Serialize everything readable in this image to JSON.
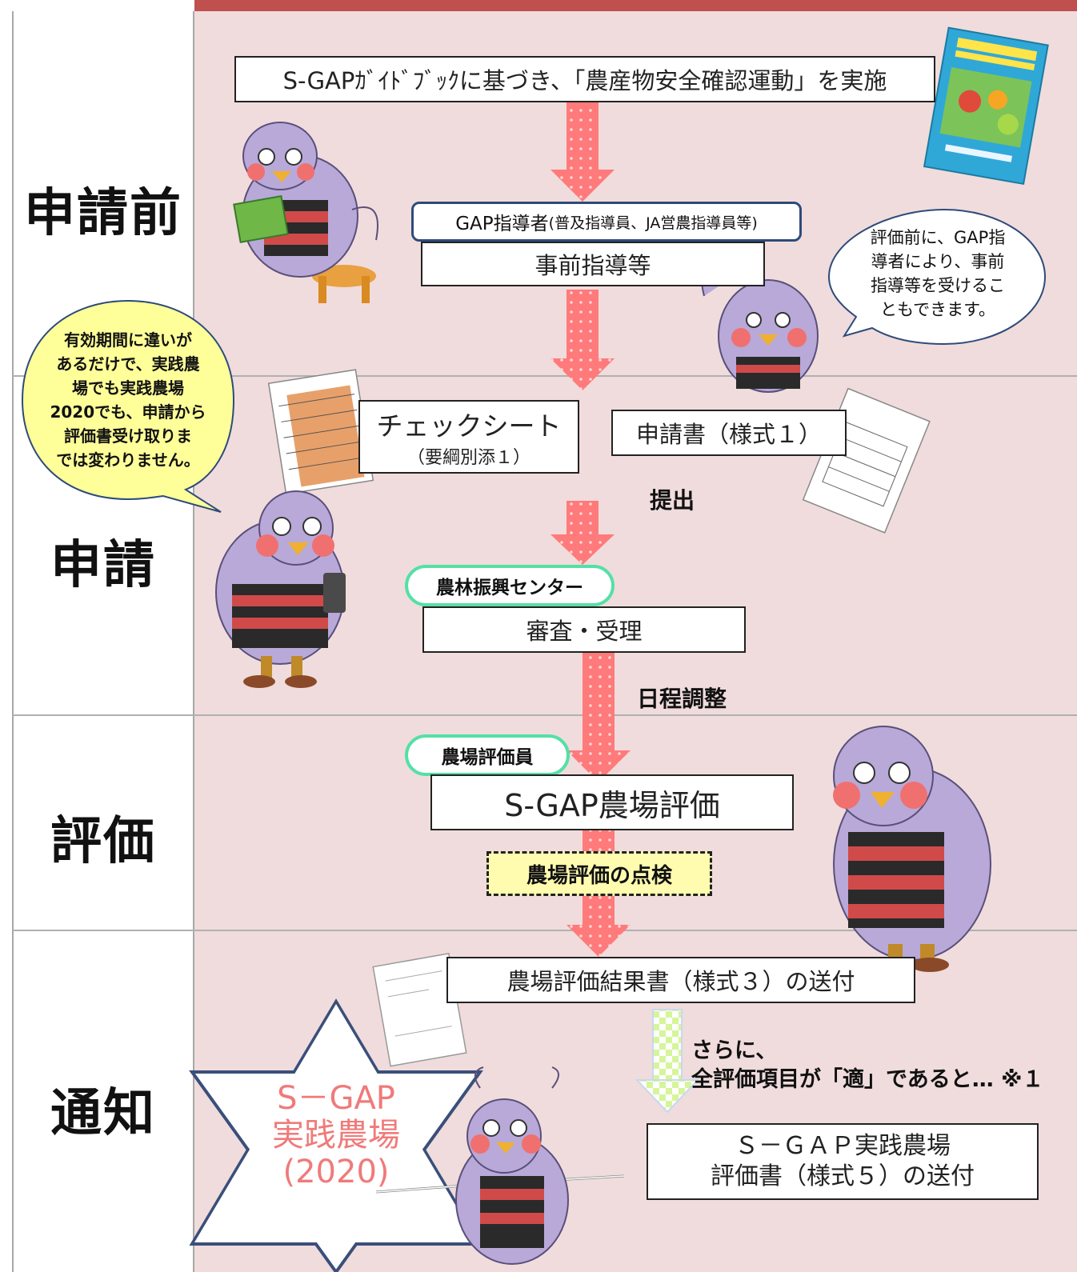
{
  "stages": {
    "pre_application": "申請前",
    "application": "申請",
    "evaluation": "評価",
    "notification": "通知"
  },
  "steps": {
    "guidebook": "S-GAPｶﾞｲﾄﾞﾌﾞｯｸに基づき、「農産物安全確認運動」を実施",
    "gap_leader_main": "GAP指導者",
    "gap_leader_sub": "(普及指導員、JA営農指導員等)",
    "prior_guidance": "事前指導等",
    "checksheet_line1": "チェックシート",
    "checksheet_line2": "（要綱別添１）",
    "application_form": "申請書（様式１）",
    "submit_label": "提出",
    "center_label": "農林振興センター",
    "review": "審査・受理",
    "schedule_label": "日程調整",
    "evaluator_label": "農場評価員",
    "farm_evaluation": "S-GAP農場評価",
    "inspection": "農場評価の点検",
    "result_doc": "農場評価結果書（様式３）の送付",
    "further_line1": "さらに、",
    "further_line2": "全評価項目が「適」であると… ※１",
    "final_line1": "Ｓ－ＧＡＰ実践農場",
    "final_line2": "評価書（様式５）の送付"
  },
  "bubbles": {
    "right_bubble": [
      "評価前に、GAP指",
      "導者により、事前",
      "指導等を受けるこ",
      "ともできます。"
    ],
    "left_bubble": [
      "有効期間に違いが",
      "あるだけで、実践農",
      "場でも実践農場",
      "2020でも、申請から",
      "評価書受け取りま",
      "では変わりません。"
    ]
  },
  "star": {
    "line1": "S－GAP",
    "line2": "実践農場",
    "line3": "(2020)"
  },
  "colors": {
    "top_bar": "#c0504d",
    "panel_bg": "#f0dcdc",
    "arrow_pink": "#ff7a7a",
    "pill_border": "#55e0a5",
    "leader_border": "#2e4b7a",
    "star_border": "#3a4f7a",
    "star_text": "#f07a7a",
    "bubble_yellow": "#ffff99"
  }
}
